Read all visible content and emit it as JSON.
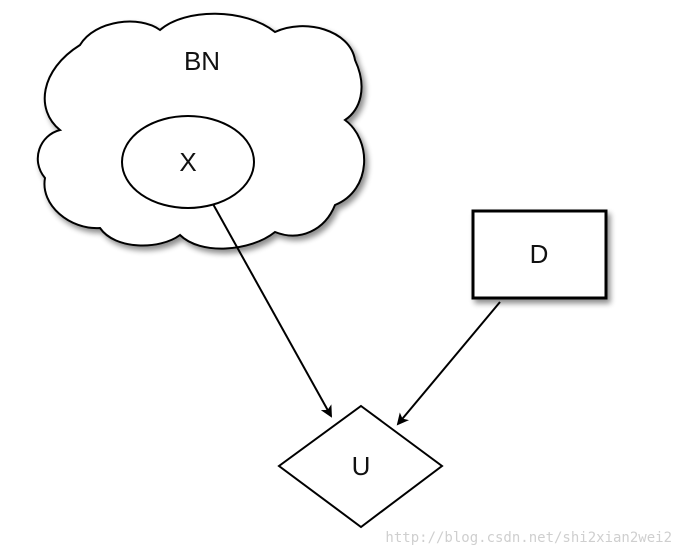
{
  "diagram": {
    "cloud_label": "BN",
    "chance_node_label": "X",
    "decision_node_label": "D",
    "utility_node_label": "U",
    "edges": [
      {
        "from": "X",
        "to": "U"
      },
      {
        "from": "D",
        "to": "U"
      }
    ]
  },
  "watermark": {
    "text": "http://blog.csdn.net/shi2xian2wei2"
  }
}
